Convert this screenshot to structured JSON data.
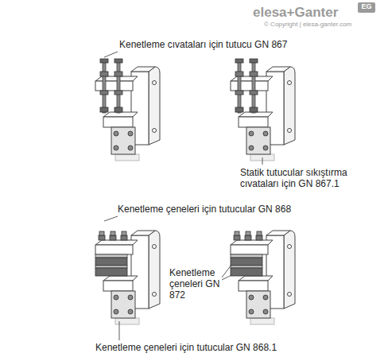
{
  "diagram": {
    "labels": [
      "elesa+Ganter",
      "EG",
      "© Copyright | elesa-ganter.com",
      "Kenetleme cıvataları için tutucu GN 867",
      "Statik tutucular sıkıştırma cıvataları için GN 867.1",
      "Kenetleme çeneleri için tutucular GN 868",
      "Kenetleme çeneleri GN 872",
      "Kenetleme çeneleri için tutucular GN 868.1"
    ]
  }
}
